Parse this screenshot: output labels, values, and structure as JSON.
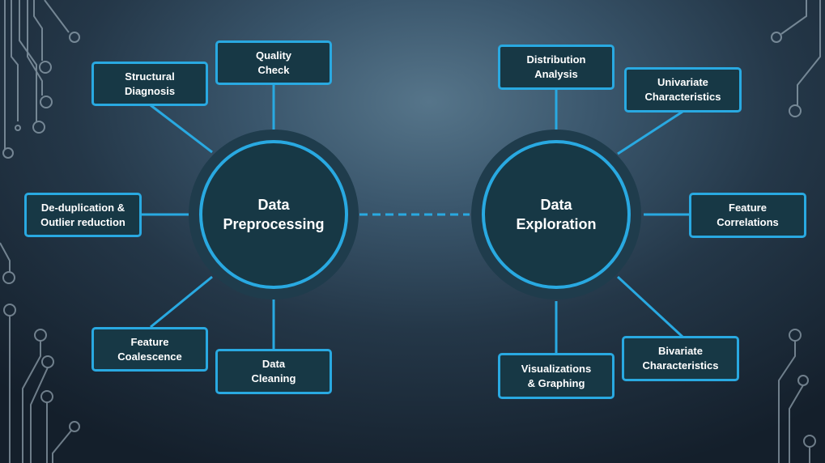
{
  "colors": {
    "accent": "#29a9e1",
    "box_fill": "#173845",
    "hub_ring": "#1f3c4c",
    "text": "#ffffff"
  },
  "preprocessing": {
    "hub": {
      "line1": "Data",
      "line2": "Preprocessing"
    },
    "nodes": {
      "structural_diagnosis": {
        "line1": "Structural",
        "line2": "Diagnosis"
      },
      "quality_check": {
        "line1": "Quality",
        "line2": "Check"
      },
      "deduplication": {
        "line1": "De-duplication &",
        "line2": "Outlier reduction"
      },
      "feature_coalescence": {
        "line1": "Feature",
        "line2": "Coalescence"
      },
      "data_cleaning": {
        "line1": "Data",
        "line2": "Cleaning"
      }
    }
  },
  "exploration": {
    "hub": {
      "line1": "Data",
      "line2": "Exploration"
    },
    "nodes": {
      "distribution_analysis": {
        "line1": "Distribution",
        "line2": "Analysis"
      },
      "univariate": {
        "line1": "Univariate",
        "line2": "Characteristics"
      },
      "feature_correlations": {
        "line1": "Feature",
        "line2": "Correlations"
      },
      "bivariate": {
        "line1": "Bivariate",
        "line2": "Characteristics"
      },
      "visualizations": {
        "line1": "Visualizations",
        "line2": "& Graphing"
      }
    }
  }
}
